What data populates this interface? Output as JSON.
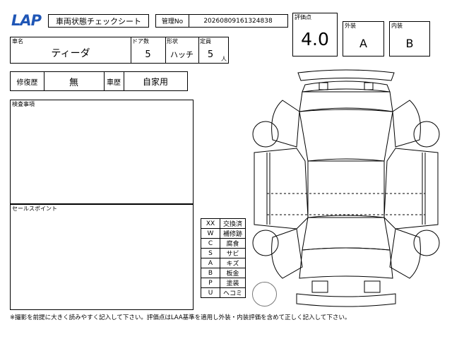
{
  "header": {
    "logo": "LAP",
    "title": "車両状態チェックシート",
    "mgmt_label": "管理No",
    "mgmt_no": "20260809161324838"
  },
  "vehicle": {
    "name_label": "車名",
    "name": "ティーダ",
    "doors_label": "ドア数",
    "doors": "5",
    "shape_label": "形状",
    "shape": "ハッチ",
    "capacity_label": "定員",
    "capacity": "5",
    "capacity_unit": "人"
  },
  "grades": {
    "score_label": "評価点",
    "score": "4.0",
    "exterior_label": "外装",
    "exterior": "A",
    "interior_label": "内装",
    "interior": "B"
  },
  "history": {
    "repair_label": "修復歴",
    "repair": "無",
    "vehicle_label": "車歴",
    "vehicle": "自家用"
  },
  "sections": {
    "inspection_label": "検査事項",
    "sales_label": "セールスポイント"
  },
  "legend": [
    {
      "code": "XX",
      "text": "交換済"
    },
    {
      "code": "W",
      "text": "補修跡"
    },
    {
      "code": "C",
      "text": "腐食"
    },
    {
      "code": "S",
      "text": "サビ"
    },
    {
      "code": "A",
      "text": "キズ"
    },
    {
      "code": "B",
      "text": "板金"
    },
    {
      "code": "P",
      "text": "塗装"
    },
    {
      "code": "U",
      "text": "ヘコミ"
    }
  ],
  "footer": "※撮影を前提に大きく読みやすく記入して下さい。評価点はLAA基準を適用し外装・内装評価を含めて正しく記入して下さい。"
}
